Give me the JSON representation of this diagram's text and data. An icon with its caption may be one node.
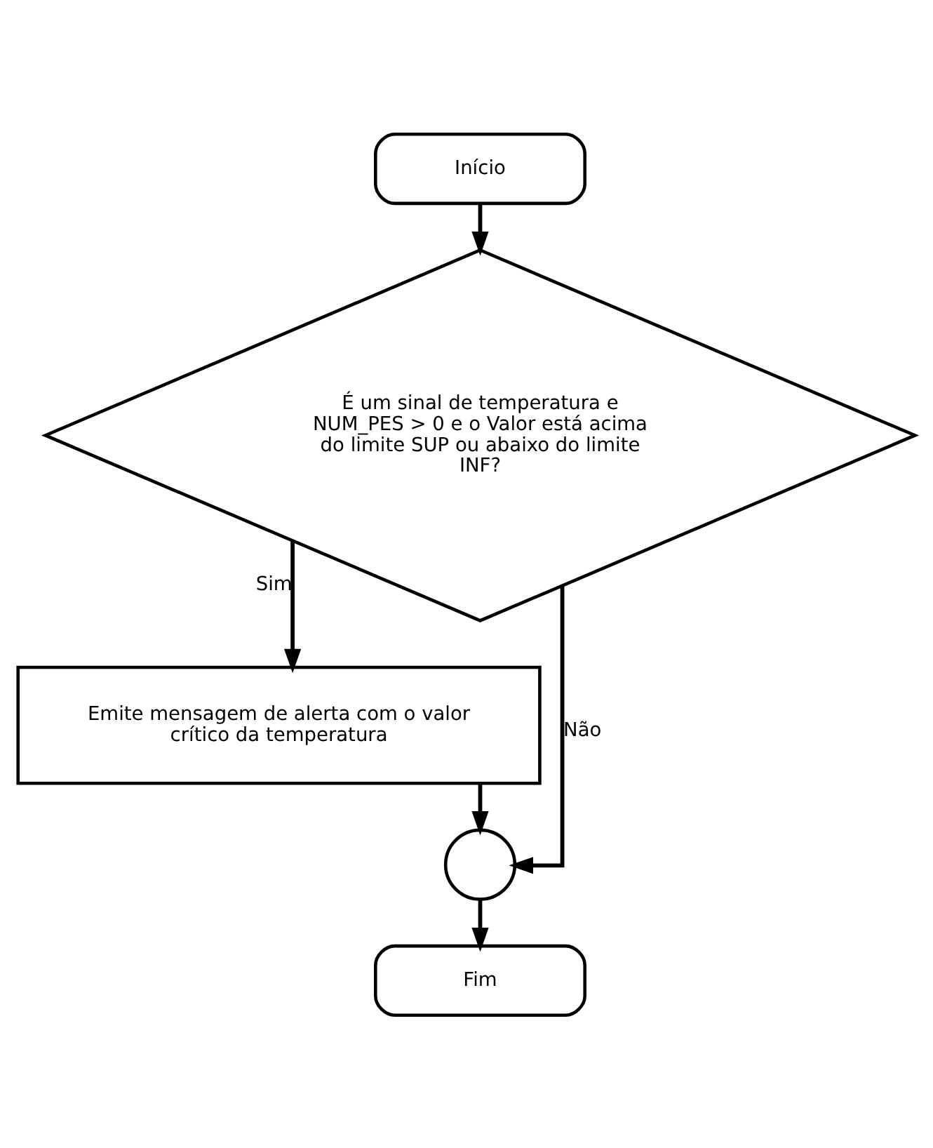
{
  "diagram": {
    "nodes": [
      {
        "text": [
          "Início"
        ]
      },
      {
        "text": [
          "É um sinal de temperatura e NUM_PES > 0 e o Valor está acima do limite SUP ou abaixo do limite INF?"
        ]
      },
      {
        "text": [
          "Emite mensagem de alerta com o valor crítico da temperatura"
        ]
      },
      {
        "text": [],
        "shape": "circle"
      },
      {
        "text": [
          "Fim"
        ]
      }
    ],
    "edges": [
      {
        "from": 0,
        "to": 1,
        "arrow": "to"
      },
      {
        "from": 1,
        "to": 2,
        "arrow": "to",
        "label": "Sim"
      },
      {
        "from": 1,
        "to": 3,
        "arrow": "to",
        "label": "Não"
      },
      {
        "from": 2,
        "to": 3,
        "arrow": "to"
      },
      {
        "from": 3,
        "to": 4,
        "arrow": "to"
      }
    ]
  }
}
